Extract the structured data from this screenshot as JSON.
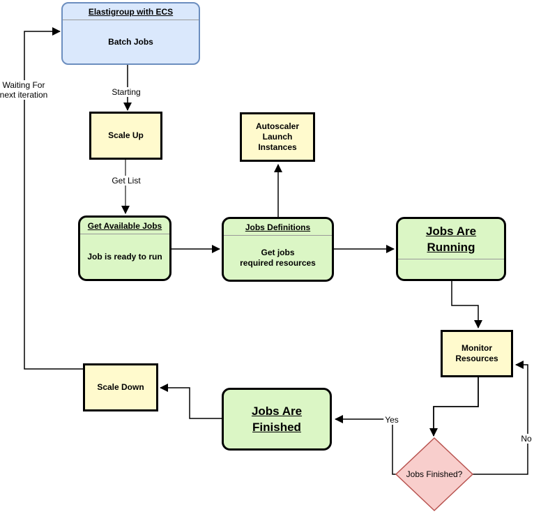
{
  "diagram": {
    "nodes": {
      "batch_jobs": {
        "title": "Elastigroup with ECS",
        "body": "Batch Jobs"
      },
      "scale_up": {
        "label": "Scale Up"
      },
      "autoscaler": {
        "label": "Autoscaler\nLaunch\nInstances"
      },
      "get_available_jobs": {
        "title": "Get Available Jobs",
        "body": "Job is ready to run"
      },
      "jobs_definitions": {
        "title": "Jobs Definitions",
        "body": "Get jobs\nrequired resources"
      },
      "jobs_are_running": {
        "title": "Jobs Are\nRunning"
      },
      "monitor_resources": {
        "label": "Monitor\nResources"
      },
      "jobs_finished_decision": {
        "label": "Jobs Finished?"
      },
      "jobs_are_finished": {
        "title": "Jobs Are\nFinished"
      },
      "scale_down": {
        "label": "Scale Down"
      }
    },
    "edge_labels": {
      "starting": "Starting",
      "get_list": "Get List",
      "yes": "Yes",
      "no": "No",
      "waiting": "Waiting For\nnext iteration"
    },
    "colors": {
      "blue_fill": "#dae8fc",
      "blue_border": "#6c8ebf",
      "yellow_fill": "#fffacd",
      "green_fill": "#dbf6c5",
      "pink_fill": "#f8cecc",
      "pink_border": "#b85450",
      "box_border": "#000000",
      "edge_black": "#000000",
      "edge_gray": "#666666",
      "divider_gray": "#999999"
    }
  }
}
